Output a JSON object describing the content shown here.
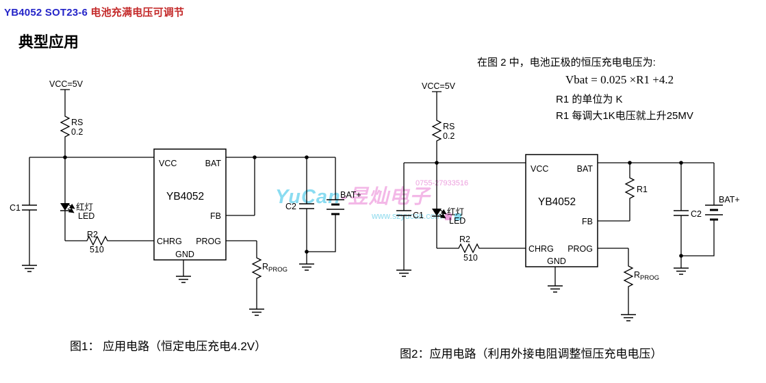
{
  "header": {
    "part_title": "YB4052 SOT23-6 ",
    "subtitle": "电池充满电压可调节",
    "section": "典型应用"
  },
  "note": {
    "line1": "在图 2 中，电池正极的恒压充电电压为:",
    "formula": "Vbat = 0.025 ×R1 +4.2",
    "line3": "R1  的单位为  K",
    "line4": "R1  每调大1K电压就上升25MV"
  },
  "watermark": {
    "phone": "0755-27933516",
    "brand_latin": "YuCan",
    "brand_cn": "-昱灿电子",
    "site": "www.szyucan.com"
  },
  "circuit1": {
    "vcc_label": "VCC=5V",
    "rs_name": "RS",
    "rs_value": "0.2",
    "c1_label": "C1",
    "led_line1": "红灯",
    "led_line2": "LED",
    "r2_name": "R2",
    "r2_value": "510",
    "ic": {
      "name": "YB4052",
      "pins": {
        "vcc": "VCC",
        "bat": "BAT",
        "fb": "FB",
        "chrg": "CHRG",
        "prog": "PROG",
        "gnd": "GND"
      }
    },
    "c2_label": "C2",
    "bat_label": "BAT+",
    "rprog_name": "R",
    "rprog_sub": "PROG",
    "caption": "图1： 应用电路（恒定电压充电4.2V）"
  },
  "circuit2": {
    "vcc_label": "VCC=5V",
    "rs_name": "RS",
    "rs_value": "0.2",
    "c1_label": "C1",
    "led_line1": "红灯",
    "led_line2": "LED",
    "r2_name": "R2",
    "r2_value": "510",
    "r1_label": "R1",
    "ic": {
      "name": "YB4052",
      "pins": {
        "vcc": "VCC",
        "bat": "BAT",
        "fb": "FB",
        "chrg": "CHRG",
        "prog": "PROG",
        "gnd": "GND"
      }
    },
    "c2_label": "C2",
    "bat_label": "BAT+",
    "rprog_name": "R",
    "rprog_sub": "PROG",
    "caption": "图2：应用电路（利用外接电阻调整恒压充电电压）"
  }
}
